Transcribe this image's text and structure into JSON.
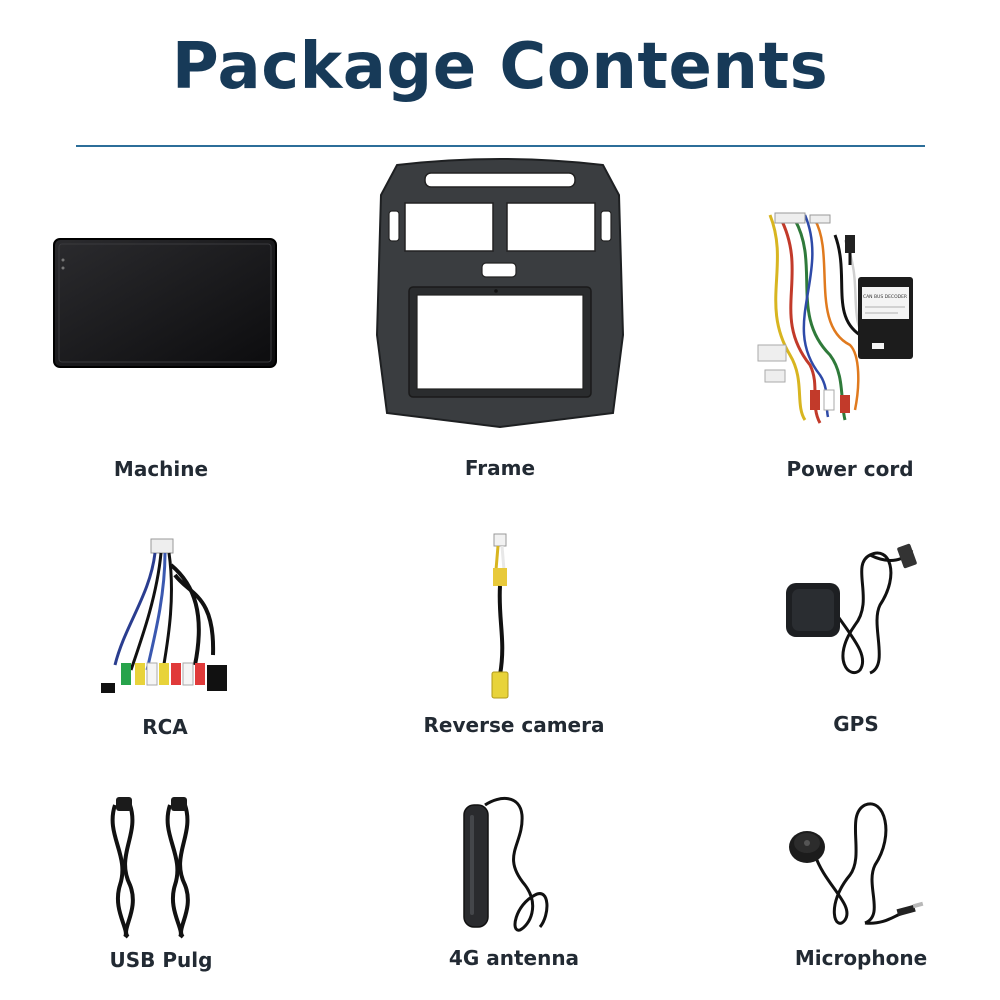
{
  "title": "Package Contents",
  "items": [
    {
      "label": "Machine",
      "icon": "tablet-screen-icon"
    },
    {
      "label": "Frame",
      "icon": "dash-frame-icon"
    },
    {
      "label": "Power cord",
      "icon": "wiring-harness-icon",
      "box_text": "CAN BUS DECODER"
    },
    {
      "label": "RCA",
      "icon": "rca-cable-icon"
    },
    {
      "label": "Reverse camera",
      "icon": "camera-cable-icon"
    },
    {
      "label": "GPS",
      "icon": "gps-antenna-icon"
    },
    {
      "label": "USB Pulg",
      "icon": "usb-cable-icon"
    },
    {
      "label": "4G antenna",
      "icon": "4g-antenna-icon"
    },
    {
      "label": "Microphone",
      "icon": "microphone-icon"
    }
  ]
}
